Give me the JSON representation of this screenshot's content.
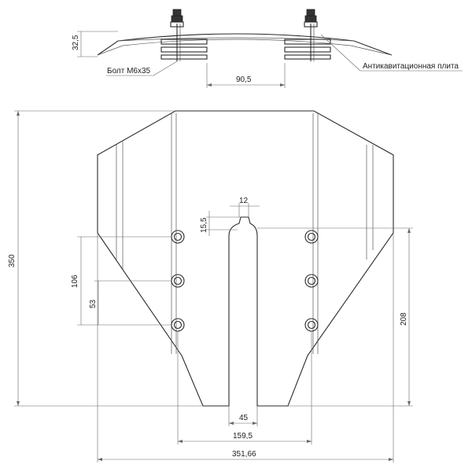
{
  "top_view": {
    "height_dim": "32,5",
    "spacing_dim": "90,5",
    "bolt_label": "Болт М6х35",
    "plate_label": "Антикавитационная плита"
  },
  "main_view": {
    "overall_height": "350",
    "slot_width_top": "12",
    "slot_tip_height": "15,5",
    "hole_span": "106",
    "hole_pitch": "53",
    "right_height": "208",
    "slot_width_bottom": "45",
    "inner_width": "159,5",
    "overall_width": "351,66"
  }
}
